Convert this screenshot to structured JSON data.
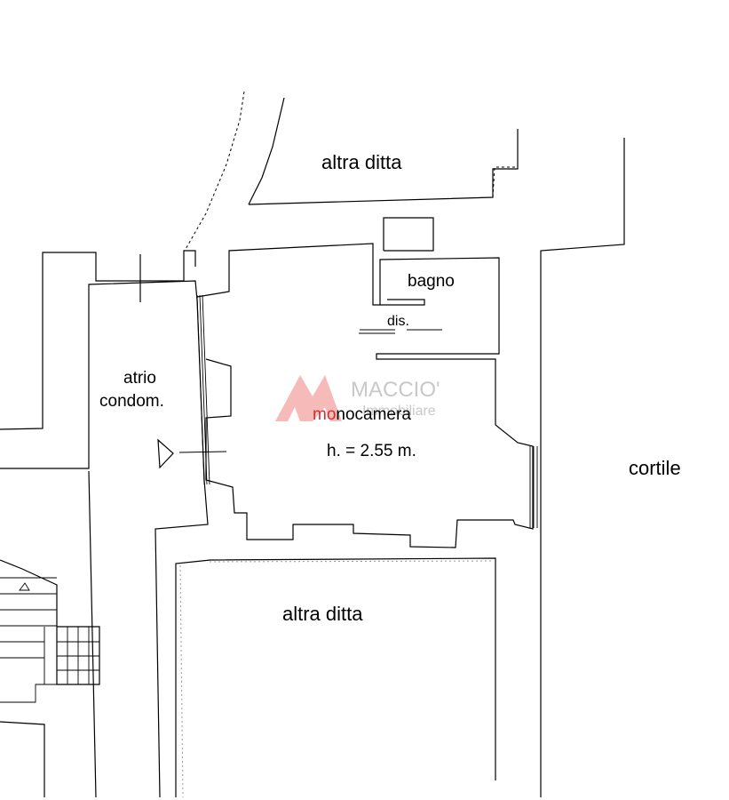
{
  "rooms": {
    "top_neighbor": "altra ditta",
    "bathroom": "bagno",
    "hallway": "dis.",
    "lobby_line1": "atrio",
    "lobby_line2": "condom.",
    "main_room_prefix": "mo",
    "main_room_rest": "nocamera",
    "height_note": "h. = 2.55 m.",
    "courtyard": "cortile",
    "bottom_neighbor": "altra ditta"
  },
  "watermark": {
    "brand": "MACCIO'",
    "sub": "Immobiliare",
    "color": "#e53935"
  }
}
